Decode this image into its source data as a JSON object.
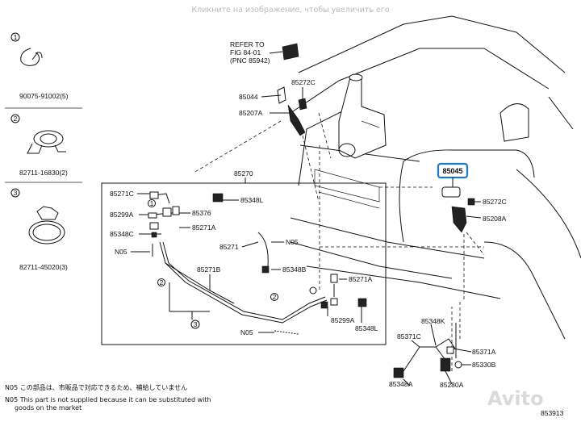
{
  "banner": "Кликните на изображение, чтобы увеличить его",
  "reference": {
    "line1": "REFER TO",
    "line2": "FIG 84-01",
    "line3": "(PNC 85942)"
  },
  "legend": [
    {
      "num": "1",
      "part": "90075-91002(5)"
    },
    {
      "num": "2",
      "part": "82711-16830(2)"
    },
    {
      "num": "3",
      "part": "82711-45020(3)"
    }
  ],
  "labels": {
    "p85272C_top": "85272C",
    "p85044": "85044",
    "p85207A": "85207A",
    "p85270": "85270",
    "p85271C": "85271C",
    "p85348L_top": "85348L",
    "p85299A_left": "85299A",
    "p85376": "85376",
    "p85271A_left": "85271A",
    "p85348C": "85348C",
    "p85271": "85271",
    "pN05_right": "N05",
    "pN05_left": "N05",
    "p85348B": "85348B",
    "p85271B": "85271B",
    "p85271A_right": "85271A",
    "p85299A_right": "85299A",
    "p85348L_bottom": "85348L",
    "pN05_bottom": "N05",
    "p85045": "85045",
    "p85272C_right": "85272C",
    "p85208A": "85208A",
    "p85348K": "85348K",
    "p85371C": "85371C",
    "p85371A": "85371A",
    "p85330B": "85330B",
    "p85348A": "85348A",
    "p85280A": "85280A",
    "circle1": "1",
    "circle2a": "2",
    "circle2b": "2",
    "circle3": "3"
  },
  "notes": {
    "jp": "N05 この部品は、市販品で対応できるため、補給していません",
    "en1": "N05 This part is not supplied because it can be substituted with",
    "en2": "goods on the market"
  },
  "diagram_number": "853913",
  "watermark": "Avito",
  "highlight_color": "#1e78c8"
}
